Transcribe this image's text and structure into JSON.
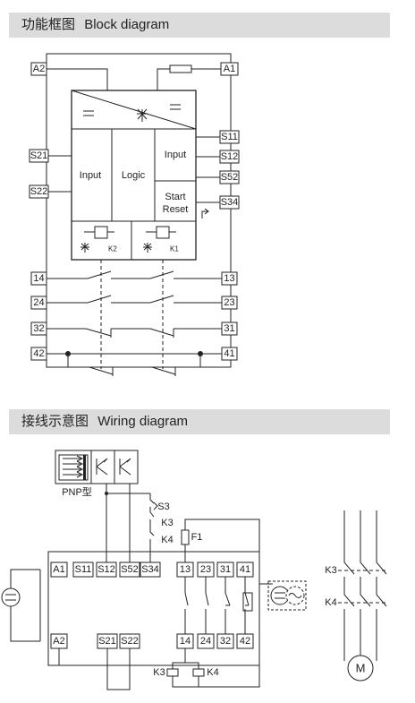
{
  "headers": {
    "block_zh": "功能框图",
    "block_en": "Block diagram",
    "wiring_zh": "接线示意图",
    "wiring_en": "Wiring diagram"
  },
  "block": {
    "terminals": {
      "A2": "A2",
      "A1": "A1",
      "S11": "S11",
      "S12": "S12",
      "S52": "S52",
      "S21": "S21",
      "S22": "S22",
      "S34": "S34",
      "t14": "14",
      "t13": "13",
      "t24": "24",
      "t23": "23",
      "t32": "32",
      "t31": "31",
      "t42": "42",
      "t41": "41"
    },
    "labels": {
      "input_left": "Input",
      "logic": "Logic",
      "input_right": "Input",
      "start": "Start",
      "reset": "Reset",
      "k2": "K2",
      "k1": "K1"
    }
  },
  "wiring": {
    "pnp_label": "PNP型",
    "s3": "S3",
    "k3": "K3",
    "k4": "K4",
    "f1": "F1",
    "terminals_top": [
      "A1",
      "S11",
      "S12",
      "S52",
      "S34",
      "13",
      "23",
      "31",
      "41"
    ],
    "terminals_bottom": [
      "A2",
      "S21",
      "S22",
      "14",
      "24",
      "32",
      "42"
    ],
    "coil_k3": "K3",
    "coil_k4": "K4",
    "motor_k3": "K3",
    "motor_k4": "K4",
    "motor": "M"
  }
}
